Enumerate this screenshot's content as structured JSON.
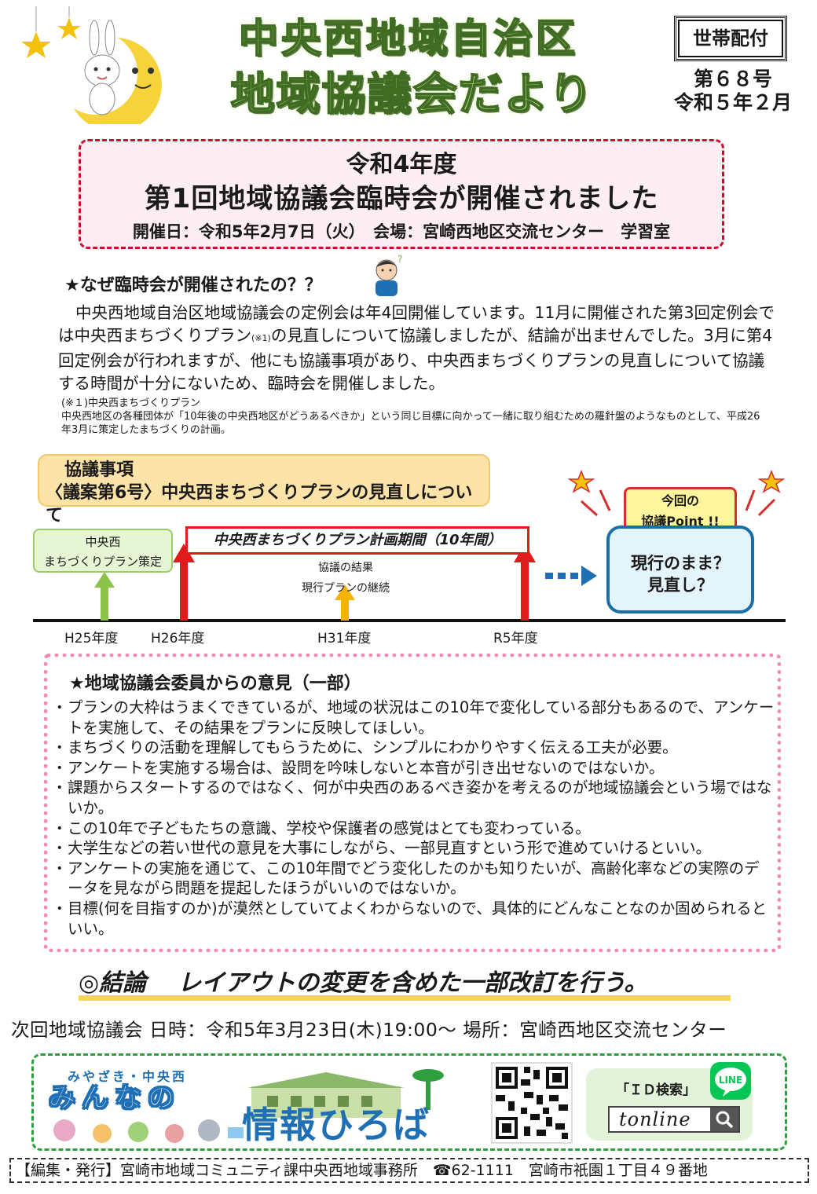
{
  "header": {
    "masthead_line1": "中央西地域自治区",
    "masthead_line2": "地域協議会だより",
    "distribution": "世帯配付",
    "issue_no": "第６８号",
    "issue_date": "令和５年２月"
  },
  "meeting": {
    "year": "令和4年度",
    "title": "第1回地域協議会臨時会が開催されました",
    "info": "開催日：令和5年2月7日（火）　会場：宮崎西地区交流センター　学習室"
  },
  "why": {
    "heading": "★なぜ臨時会が開催されたの？？",
    "body_before": "中央西地域自治区地域協議会の定例会は年4回開催しています。11月に開催された第3回定例会では中央西まちづくりプラン",
    "body_note_mark": "(※1)",
    "body_after": "の見直しについて協議しましたが、結論が出ませんでした。3月に第4回定例会が行われますが、他にも協議事項があり、中央西まちづくりプランの見直しについて協議する時間が十分にないため、臨時会を開催しました。",
    "note_title": "(※１)中央西まちづくりプラン",
    "note_body": "中央西地区の各種団体が「10年後の中央西地区がどうあるべきか」という同じ目標に向かって一緒に取り組むための羅針盤のようなものとして、平成26年3月に策定したまちづくりの計画。"
  },
  "agenda": {
    "label": "協議事項",
    "item": "〈議案第6号〉中央西まちづくりプランの見直しについて"
  },
  "timeline": {
    "sakutei_line1": "中央西",
    "sakutei_line2": "まちづくりプラン策定",
    "period": "中央西まちづくりプラン計画期間（10年間）",
    "kekka_line1": "協議の結果",
    "kekka_line2": "現行プランの継続",
    "point_line1": "今回の",
    "point_line2": "協議Point !!",
    "current_line1": "現行のまま？",
    "current_line2": "見直し？",
    "years": [
      "H25年度",
      "H26年度",
      "H31年度",
      "R5年度"
    ]
  },
  "opinions": {
    "heading": "★地域協議会委員からの意見（一部）",
    "items": [
      "プランの大枠はうまくできているが、地域の状況はこの10年で変化している部分もあるので、アンケートを実施して、その結果をプランに反映してほしい。",
      "まちづくりの活動を理解してもらうために、シンプルにわかりやすく伝える工夫が必要。",
      "アンケートを実施する場合は、設問を吟味しないと本音が引き出せないのではないか。",
      "課題からスタートするのではなく、何が中央西のあるべき姿かを考えるのが地域協議会という場ではないか。",
      "この10年で子どもたちの意識、学校や保護者の感覚はとても変わっている。",
      "大学生などの若い世代の意見を大事にしながら、一部見直すという形で進めていけるといい。",
      "アンケートの実施を通じて、この10年間でどう変化したのかも知りたいが、高齢化率などの実際のデータを見ながら問題を提起したほうがいいのではないか。",
      "目標(何を目指すのか)が漠然としていてよくわからないので、具体的にどんなことなのか固められるといい。"
    ]
  },
  "conclusion": {
    "label": "◎結論",
    "text": "レイアウトの変更を含めた一部改訂を行う。"
  },
  "next_meeting": "次回地域協議会 日時：令和5年3月23日(木)19:00～ 場所：宮崎西地区交流センター",
  "banner": {
    "small": "みやざき・中央西",
    "minna": "みんなの",
    "joho": "情報ひろば",
    "id_search": "「ＩＤ検索」",
    "line_label": "LINE",
    "search_text": "tonline"
  },
  "colophon": "【編集・発行】宮崎市地域コミュニティ課中央西地域事務所　☎62-1111　宮崎市祇園１丁目４９番地",
  "colors": {
    "accent_red": "#c8102e",
    "pink_bg": "#fdeef4",
    "green_arrow": "#8bc34a",
    "red_arrow": "#e01b1b",
    "yellow_arrow": "#f5b400",
    "blue_box": "#1a6fa6",
    "banner_green": "#2e9e3e"
  },
  "icons": [
    "star-icon",
    "moon-icon",
    "rabbit-icon",
    "thinking-person-icon",
    "qr-code-icon",
    "line-app-icon",
    "search-icon",
    "phone-icon"
  ]
}
